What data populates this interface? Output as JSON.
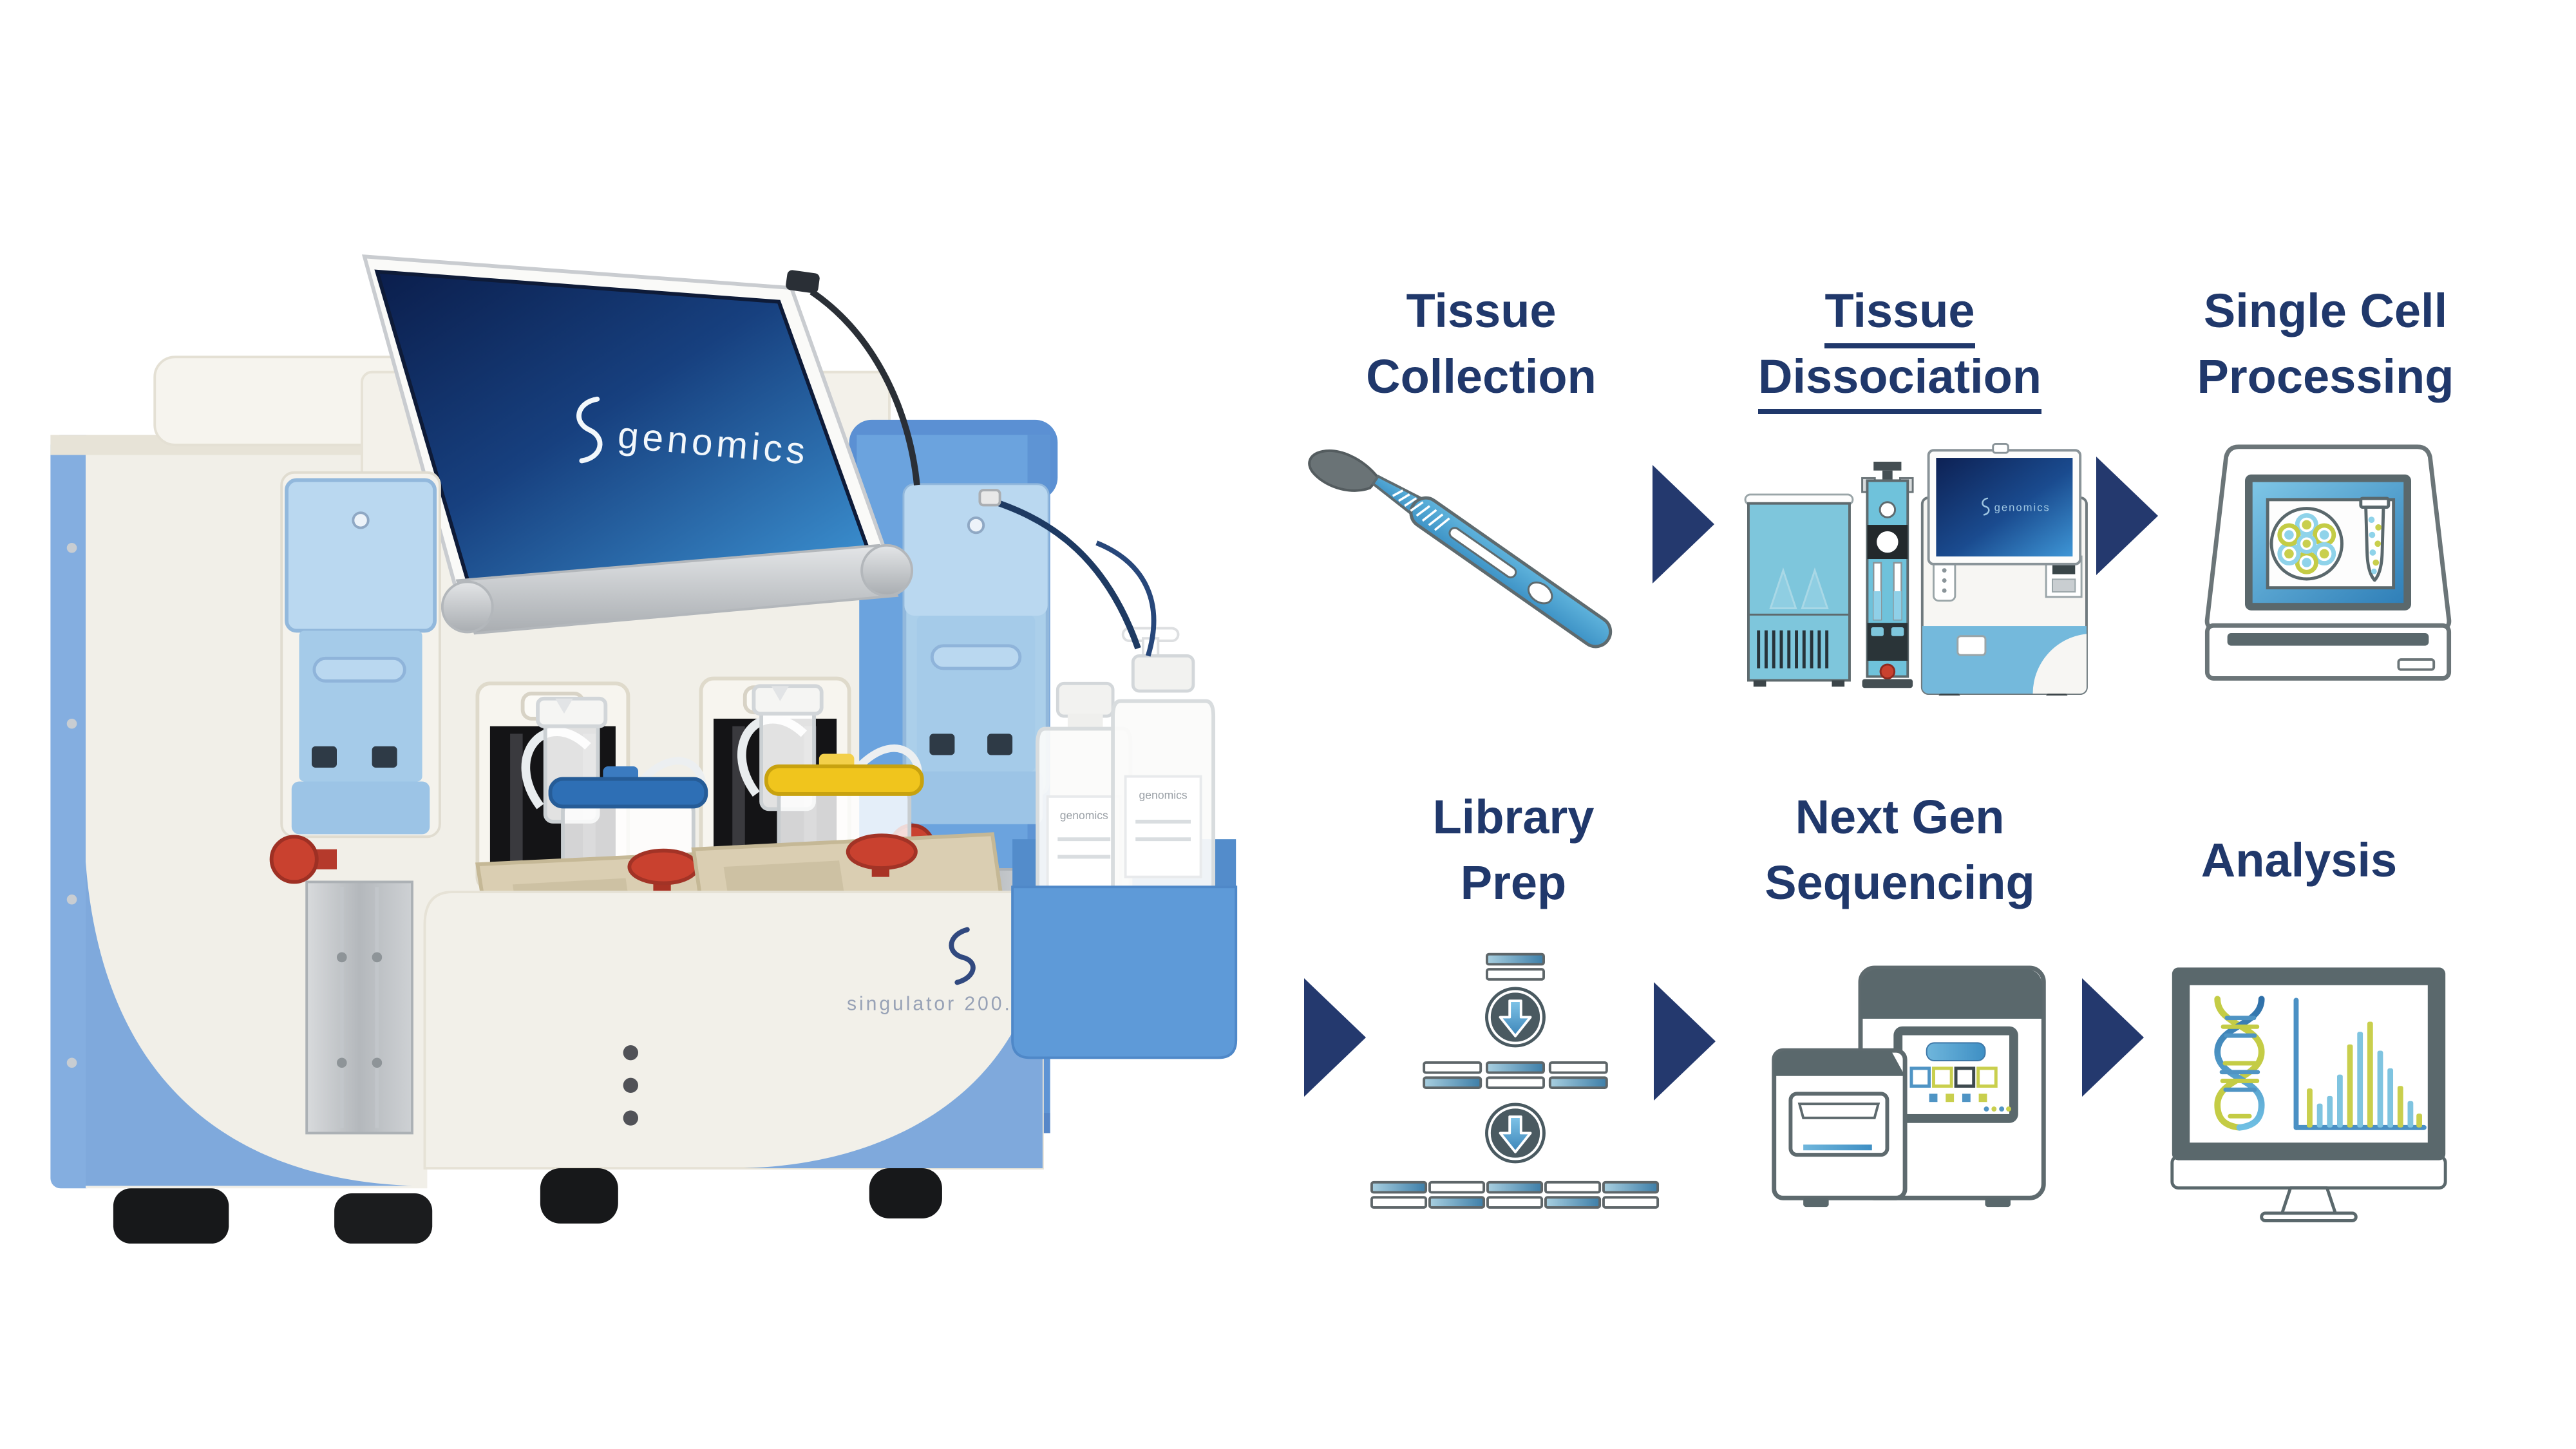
{
  "page": {
    "title": "Single cell genomics workflow with Singulator 200",
    "background": "#FFFFFF"
  },
  "palette": {
    "heading_navy": "#20386B",
    "arrow_navy": "#24396E",
    "icon_outline_gray": "#5E6A6E",
    "icon_blue": "#4AA6D5",
    "icon_light_blue": "#8FD2EA",
    "icon_yellow_green": "#C6CD49",
    "machine_blue": "#7CA9DD",
    "machine_light_blue": "#ABCFEA",
    "machine_cream": "#F1EFE8",
    "tray_beige": "#D9CDB0",
    "knob_red": "#C9412F",
    "screen_navy": "#0F2557",
    "screen_blue": "#3E96D6"
  },
  "machine": {
    "screen_logo_text": "genomics",
    "front_label": "singulator 200.",
    "bottle_label_1": "genomics",
    "bottle_label_2": "genomics"
  },
  "workflow": {
    "steps": [
      {
        "label_lines": [
          "Tissue",
          "Collection"
        ],
        "underlined": false,
        "icon": "scalpel-icon"
      },
      {
        "label_lines": [
          "Tissue",
          "Dissociation"
        ],
        "underlined": true,
        "icon": "tissue-dissociation-instrument-icon",
        "screen_text": "genomics"
      },
      {
        "label_lines": [
          "Single Cell",
          "Processing"
        ],
        "underlined": false,
        "icon": "single-cell-screen-icon"
      },
      {
        "label_lines": [
          "Library",
          "Prep"
        ],
        "underlined": false,
        "icon": "library-prep-fragments-icon"
      },
      {
        "label_lines": [
          "Next Gen",
          "Sequencing"
        ],
        "underlined": false,
        "icon": "sequencer-icon"
      },
      {
        "label_lines": [
          "Analysis"
        ],
        "underlined": false,
        "icon": "analysis-monitor-icon"
      }
    ]
  }
}
